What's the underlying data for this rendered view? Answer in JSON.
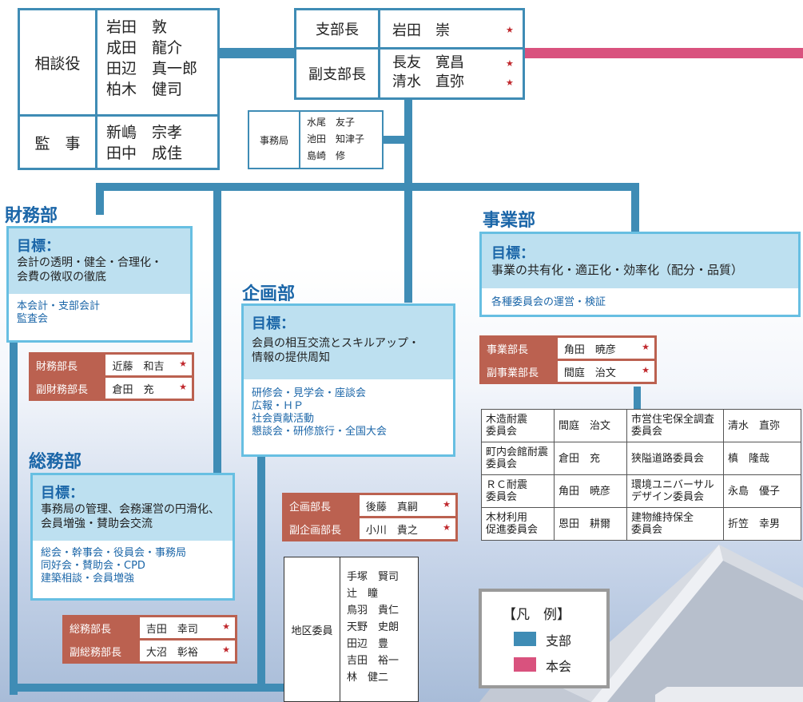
{
  "advisors": {
    "label": "相談役",
    "names": [
      "岩田　敦",
      "成田　龍介",
      "田辺　真一郎",
      "柏木　健司"
    ]
  },
  "auditors": {
    "label": "監　事",
    "names": [
      "新嶋　宗孝",
      "田中　成佳"
    ]
  },
  "leaders": {
    "branch_head_role": "支部長",
    "branch_head_name": "岩田　崇",
    "deputy_role": "副支部長",
    "deputy_names": [
      "長友　寛昌",
      "清水　直弥"
    ],
    "star": "★"
  },
  "secretariat": {
    "label": "事務局",
    "names": [
      "水尾　友子",
      "池田　知津子",
      "島崎　修"
    ]
  },
  "finance": {
    "title": "財務部",
    "goal_label": "目標：",
    "goal_text": [
      "会計の透明・健全・合理化・",
      "会費の徴収の徹底"
    ],
    "tasks": [
      "本会計・支部会計",
      "監査会"
    ],
    "chiefs": [
      {
        "role": "財務部長",
        "name": "近藤　和吉"
      },
      {
        "role": "副財務部長",
        "name": "倉田　充"
      }
    ]
  },
  "general": {
    "title": "総務部",
    "goal_label": "目標：",
    "goal_text": [
      "事務局の管理、会務運営の円滑化、",
      "会員増強・賛助会交流"
    ],
    "tasks": [
      "総会・幹事会・役員会・事務局",
      "同好会・賛助会・CPD",
      "建築相談・会員増強"
    ],
    "chiefs": [
      {
        "role": "総務部長",
        "name": "吉田　幸司"
      },
      {
        "role": "副総務部長",
        "name": "大沼　彰裕"
      }
    ]
  },
  "planning": {
    "title": "企画部",
    "goal_label": "目標：",
    "goal_text": [
      "会員の相互交流とスキルアップ・",
      "情報の提供周知"
    ],
    "tasks": [
      "研修会・見学会・座談会",
      "広報・ＨＰ",
      "社会貢献活動",
      "懇談会・研修旅行・全国大会"
    ],
    "chiefs": [
      {
        "role": "企画部長",
        "name": "後藤　真嗣"
      },
      {
        "role": "副企画部長",
        "name": "小川　貴之"
      }
    ]
  },
  "business": {
    "title": "事業部",
    "goal_label": "目標：",
    "goal_text": [
      "事業の共有化・適正化・効率化（配分・品質）"
    ],
    "tasks": [
      "各種委員会の運営・検証"
    ],
    "chiefs": [
      {
        "role": "事業部長",
        "name": "角田　暁彦"
      },
      {
        "role": "副事業部長",
        "name": "間庭　治文"
      }
    ],
    "committees": [
      {
        "c1": [
          "木造耐震",
          "委員会"
        ],
        "n1": "間庭　治文",
        "c2": [
          "市営住宅保全調査",
          "委員会"
        ],
        "n2": "清水　直弥"
      },
      {
        "c1": [
          "町内会館耐震",
          "委員会"
        ],
        "n1": "倉田　充",
        "c2": [
          "狭隘道路委員会"
        ],
        "n2": "槙　隆哉"
      },
      {
        "c1": [
          "ＲＣ耐震",
          "委員会"
        ],
        "n1": "角田　暁彦",
        "c2": [
          "環境ユニバーサル",
          "デザイン委員会"
        ],
        "n2": "永島　優子"
      },
      {
        "c1": [
          "木材利用",
          "促進委員会"
        ],
        "n1": "恩田　耕爾",
        "c2": [
          "建物維持保全",
          "委員会"
        ],
        "n2": "折笠　幸男"
      }
    ]
  },
  "district": {
    "label": "地区委員",
    "names": [
      "手塚　賢司",
      "辻　瞳",
      "鳥羽　貴仁",
      "天野　史朗",
      "田辺　豊",
      "吉田　裕一",
      "林　健二"
    ]
  },
  "legend": {
    "title": "【凡　例】",
    "items": [
      {
        "label": "支部",
        "color": "#3f8cb5"
      },
      {
        "label": "本会",
        "color": "#d9527e"
      }
    ]
  }
}
